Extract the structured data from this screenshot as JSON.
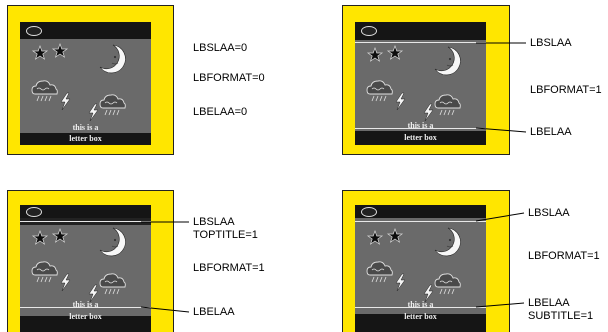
{
  "panels": [
    {
      "caption_line1": "this is a",
      "caption_line2": "letter box",
      "labels": {
        "lbslaa": "LBSLAA=0",
        "lbformat": "LBFORMAT=0",
        "lbelaa": "LBELAA=0"
      }
    },
    {
      "caption_line1": "this is a",
      "caption_line2": "letter box",
      "labels": {
        "lbslaa": "LBSLAA",
        "lbformat": "LBFORMAT=1",
        "lbelaa": "LBELAA"
      }
    },
    {
      "caption_line1": "this is a",
      "caption_line2": "letter box",
      "labels": {
        "lbslaa": "LBSLAA",
        "toptitle": "TOPTITLE=1",
        "lbformat": "LBFORMAT=1",
        "lbelaa": "LBELAA"
      }
    },
    {
      "caption_line1": "this is a",
      "caption_line2": "letter box",
      "labels": {
        "lbslaa": "LBSLAA",
        "lbformat": "LBFORMAT=1",
        "lbelaa": "LBELAA",
        "subtitle": "SUBTITLE=1"
      }
    }
  ],
  "colors": {
    "frame": "#ffe600",
    "screen": "#6a6a6a",
    "bar": "#151515",
    "line": "#e8e8e8"
  },
  "icons": [
    "logo-icon",
    "star-icon",
    "moon-icon",
    "cloud-rain-icon",
    "lightning-icon"
  ]
}
